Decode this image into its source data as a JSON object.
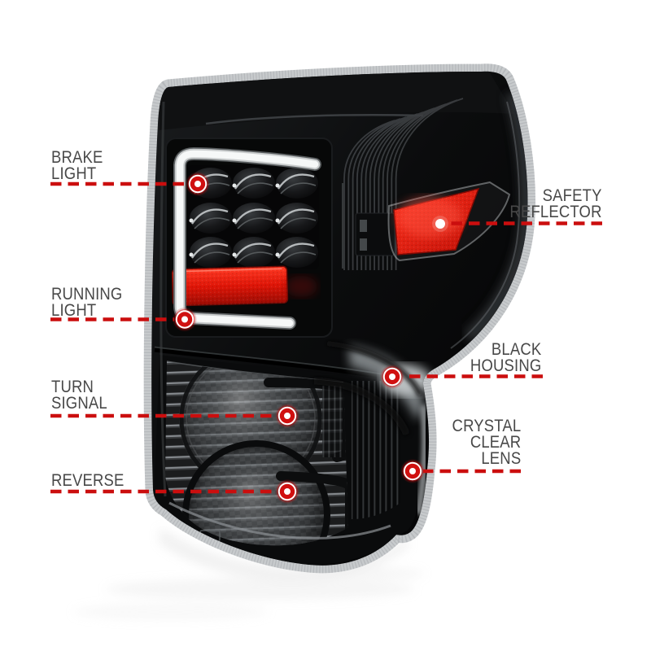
{
  "callouts": {
    "left": [
      {
        "id": "brake-light",
        "lines": [
          "BRAKE",
          "LIGHT"
        ]
      },
      {
        "id": "running-light",
        "lines": [
          "RUNNING",
          "LIGHT"
        ]
      },
      {
        "id": "turn-signal",
        "lines": [
          "TURN",
          "SIGNAL"
        ]
      },
      {
        "id": "reverse",
        "lines": [
          "REVERSE"
        ]
      }
    ],
    "right": [
      {
        "id": "safety-reflector",
        "lines": [
          "SAFETY",
          "REFLECTOR"
        ]
      },
      {
        "id": "black-housing",
        "lines": [
          "BLACK",
          "HOUSING"
        ]
      },
      {
        "id": "crystal-clear-lens",
        "lines": [
          "CRYSTAL",
          "CLEAR",
          "LENS"
        ]
      }
    ]
  },
  "colors": {
    "background": "#ffffff",
    "label_text": "#484848",
    "leader_line": "#cb0e0e",
    "marker_red": "#d01010",
    "marker_white": "#ffffff",
    "reflector_red": "#e3170a",
    "running_strip_red": "#d8140a",
    "housing_black": "#0d0e0f",
    "chrome_trim": "#c6c9cb",
    "light_bar_white": "#f2f4f4"
  }
}
